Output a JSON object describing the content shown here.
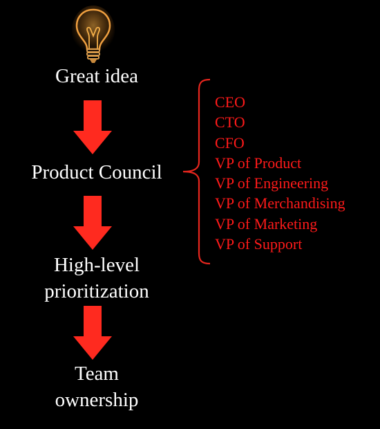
{
  "flow": {
    "steps": [
      {
        "lines": [
          "Great idea"
        ]
      },
      {
        "lines": [
          "Product Council"
        ]
      },
      {
        "lines": [
          "High-level",
          "prioritization"
        ]
      },
      {
        "lines": [
          "Team",
          "ownership"
        ]
      }
    ]
  },
  "council_members": [
    "CEO",
    "CTO",
    "CFO",
    "VP of Product",
    "VP of Engineering",
    "VP of Merchandising",
    "VP of Marketing",
    "VP of Support"
  ],
  "icons": {
    "idea": "lightbulb-icon",
    "arrow": "down-arrow-icon",
    "brace": "left-curly-brace"
  },
  "colors": {
    "background": "#000000",
    "step_text": "#ffffff",
    "arrow": "#ff2a1f",
    "member_text": "#ff1a1a",
    "brace": "#e8261e",
    "bulb_glow": "#e8891c"
  }
}
